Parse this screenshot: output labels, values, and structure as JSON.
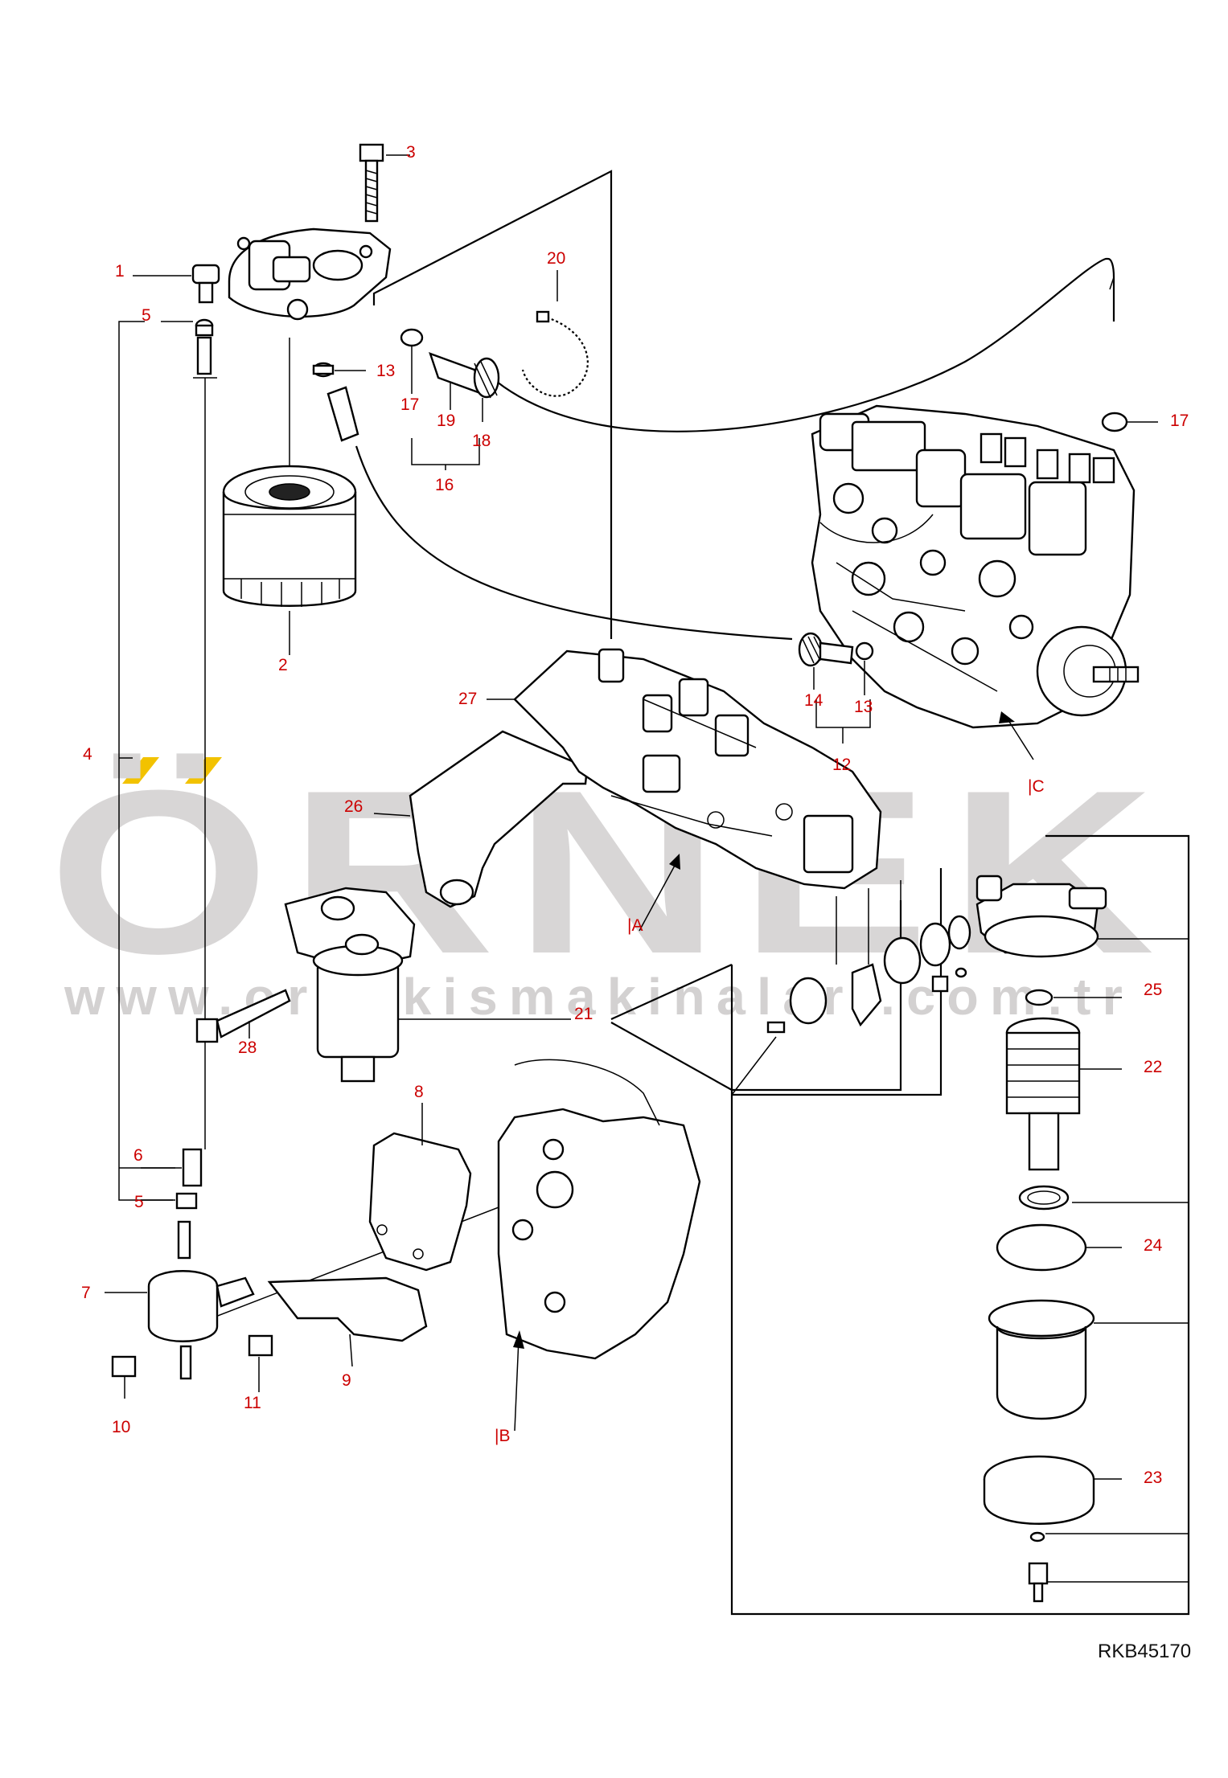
{
  "drawing_code": "RKB45170",
  "watermark": {
    "brand": "ÖRNEK",
    "url": "www.ornekismakinalari.com.tr"
  },
  "callouts": {
    "p1": "1",
    "p2": "2",
    "p3": "3",
    "p4": "4",
    "p5a": "5",
    "p5b": "5",
    "p6": "6",
    "p7": "7",
    "p8": "8",
    "p9": "9",
    "p10": "10",
    "p11": "11",
    "p12": "12",
    "p13a": "13",
    "p13b": "13",
    "p14": "14",
    "p16": "16",
    "p17a": "17",
    "p17b": "17",
    "p18": "18",
    "p19": "19",
    "p20": "20",
    "p21": "21",
    "p22": "22",
    "p23": "23",
    "p24": "24",
    "p25": "25",
    "p26": "26",
    "p27": "27",
    "p28": "28"
  },
  "references": {
    "A": "|A",
    "B": "|B",
    "C": "|C"
  },
  "colors": {
    "callout": "#cc0000",
    "line": "#000000",
    "watermark": "#d8d6d6",
    "watermark_accent": "#f2c200"
  }
}
